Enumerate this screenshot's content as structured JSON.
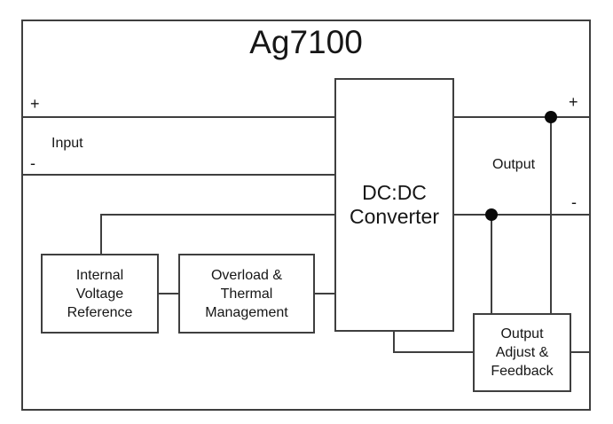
{
  "diagram": {
    "title": "Ag7100",
    "input": {
      "plus": "+",
      "label": "Input",
      "minus": "-"
    },
    "output": {
      "plus": "+",
      "label": "Output",
      "minus": "-"
    },
    "blocks": {
      "converter": {
        "lines": [
          "DC:DC",
          "Converter"
        ]
      },
      "voltage_reference": {
        "lines": [
          "Internal",
          "Voltage",
          "Reference"
        ]
      },
      "thermal_management": {
        "lines": [
          "Overload &",
          "Thermal",
          "Management"
        ]
      },
      "output_feedback": {
        "lines": [
          "Output",
          "Adjust &",
          "Feedback"
        ]
      }
    },
    "colors": {
      "stroke": "#3f3f3f",
      "text": "#161616",
      "background": "#ffffff",
      "junction_dot": "#0a0a0a"
    }
  }
}
